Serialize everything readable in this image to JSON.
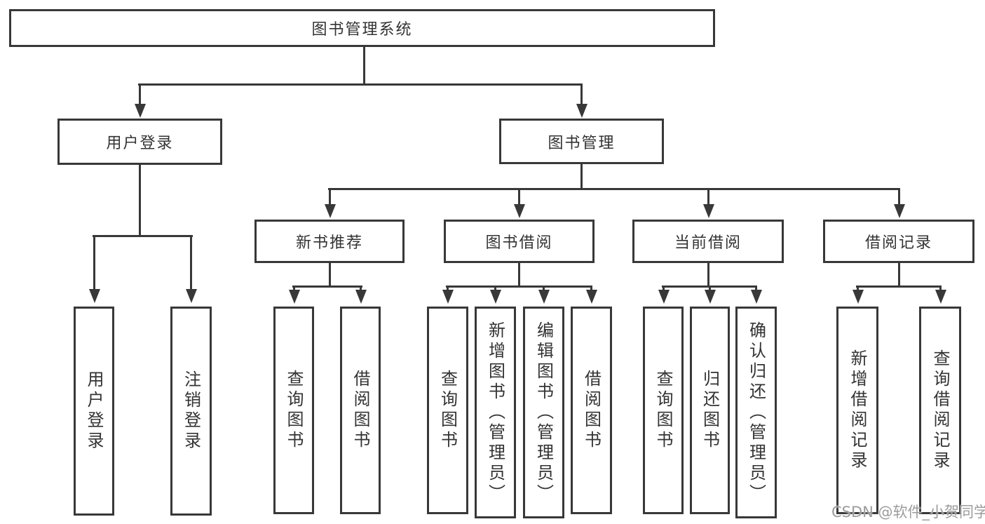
{
  "diagram_type": "tree-hierarchy",
  "colors": {
    "background": "#ffffff",
    "line": "#383838",
    "box_border": "#383838",
    "box_fill": "#ffffff",
    "text": "#333333",
    "watermark": "#9c9c9c"
  },
  "tree": {
    "label": "图书管理系统",
    "children": [
      {
        "label": "用户登录",
        "children": [
          {
            "label": "用户登录"
          },
          {
            "label": "注销登录"
          }
        ]
      },
      {
        "label": "图书管理",
        "children": [
          {
            "label": "新书推荐",
            "children": [
              {
                "label": "查询图书"
              },
              {
                "label": "借阅图书"
              }
            ]
          },
          {
            "label": "图书借阅",
            "children": [
              {
                "label": "查询图书"
              },
              {
                "label": "新增图书（管理员）"
              },
              {
                "label": "编辑图书（管理员）"
              },
              {
                "label": "借阅图书"
              }
            ]
          },
          {
            "label": "当前借阅",
            "children": [
              {
                "label": "查询图书"
              },
              {
                "label": "归还图书"
              },
              {
                "label": "确认归还（管理员）"
              }
            ]
          },
          {
            "label": "借阅记录",
            "children": [
              {
                "label": "新增借阅记录"
              },
              {
                "label": "查询借阅记录"
              }
            ]
          }
        ]
      }
    ]
  },
  "watermark": {
    "text": "CSDN @软件_小贺同学"
  }
}
